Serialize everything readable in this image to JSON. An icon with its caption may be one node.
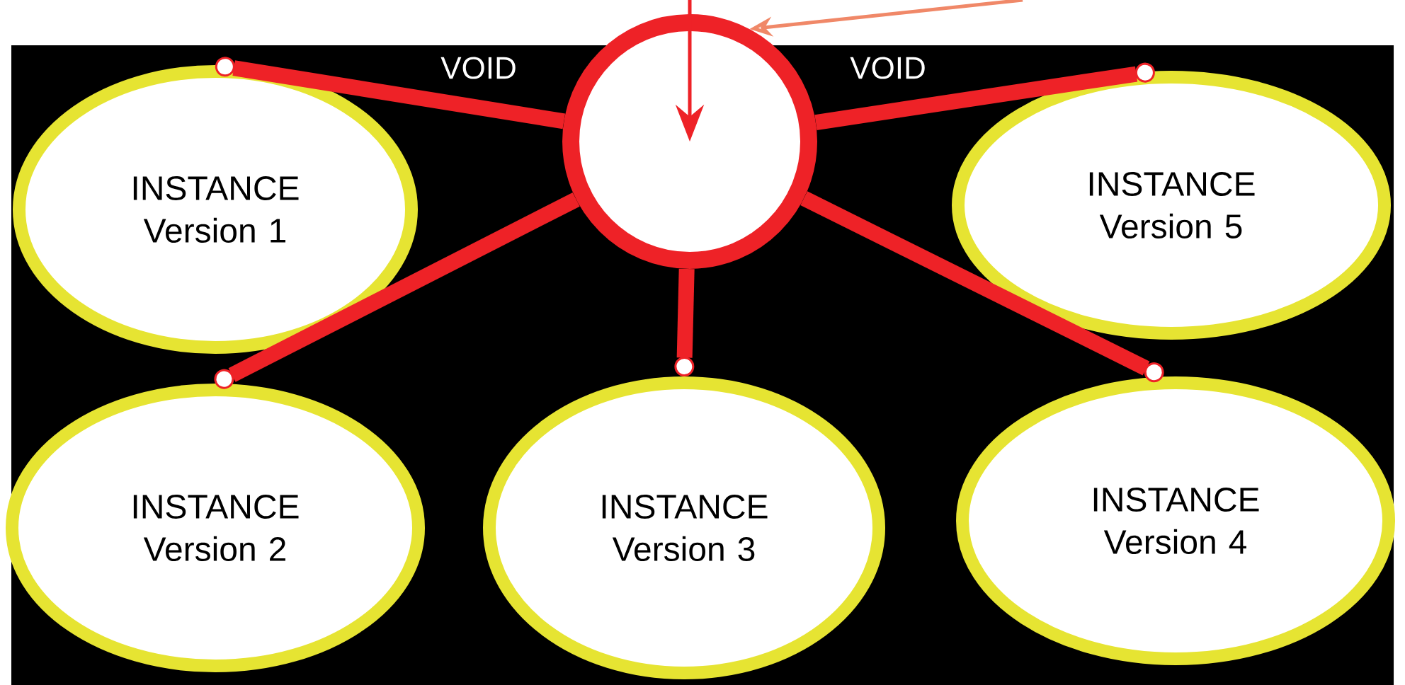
{
  "diagram": {
    "nodes": [
      {
        "text": [],
        "shape": "circle"
      },
      {
        "text": [
          "INSTANCE Version 1"
        ]
      },
      {
        "text": [
          "INSTANCE Version 5"
        ]
      },
      {
        "text": [
          "INSTANCE Version 2"
        ]
      },
      {
        "text": [
          "INSTANCE Version 3"
        ]
      },
      {
        "text": [
          "INSTANCE Version 4"
        ]
      }
    ],
    "edges": [
      {
        "from": 0,
        "to": 1,
        "arrow": "other"
      },
      {
        "from": 0,
        "to": 2,
        "arrow": "other"
      },
      {
        "from": 0,
        "to": 3,
        "arrow": "other"
      },
      {
        "from": 0,
        "to": 4,
        "arrow": "other"
      },
      {
        "from": 0,
        "to": 5,
        "arrow": "other"
      },
      {
        "from": null,
        "to": 0,
        "arrow": "to"
      },
      {
        "from": null,
        "to": 0,
        "arrow": "to",
        "color": "#f08868"
      }
    ],
    "labels": [
      "VOID",
      "VOID"
    ]
  }
}
